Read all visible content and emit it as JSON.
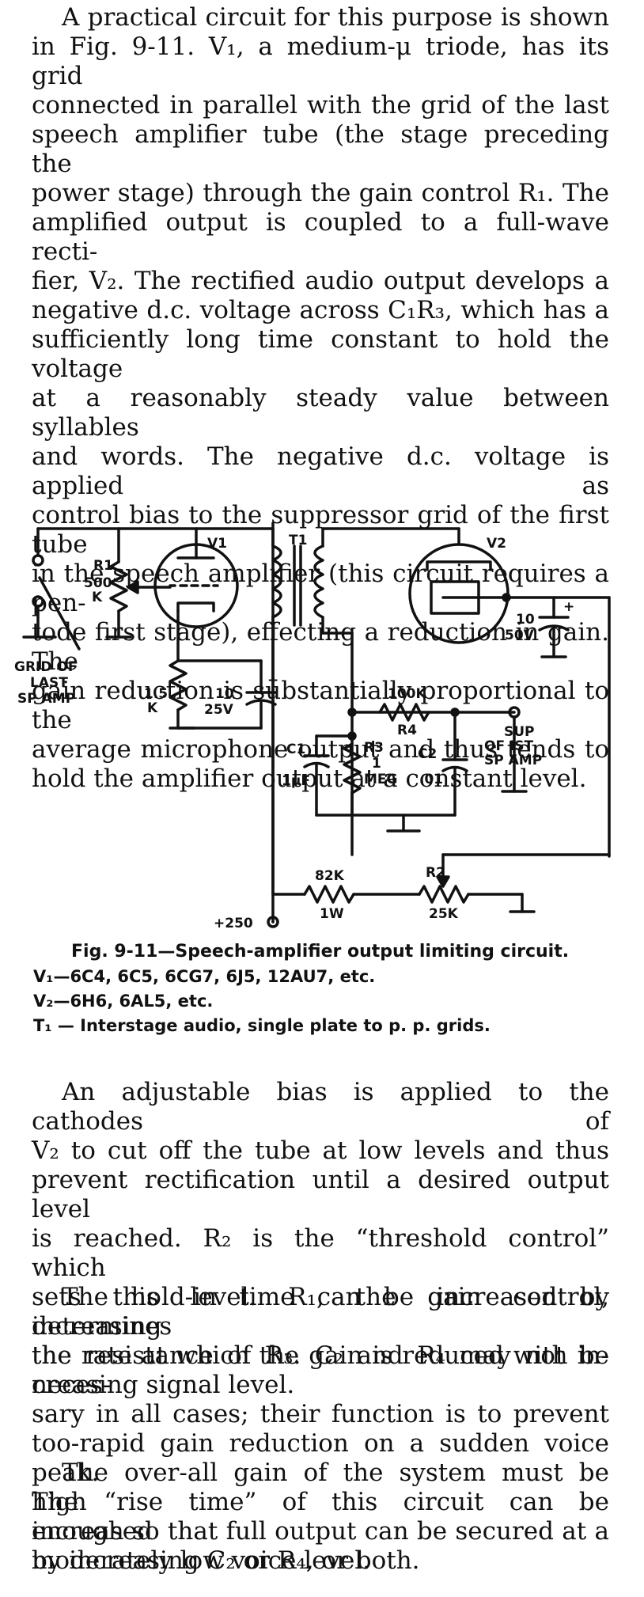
{
  "para1": [
    "A practical circuit for this purpose is shown",
    "in Fig. 9-11. V₁, a medium-μ triode, has its grid",
    "connected in parallel with the grid of the last",
    "speech amplifier tube (the stage preceding the",
    "power stage) through the gain control R₁. The",
    "amplified output is coupled to a full-wave recti-",
    "fier, V₂. The rectified audio output develops a",
    "negative d.c. voltage across C₁R₃, which has a",
    "sufficiently long time constant to hold the voltage",
    "at a reasonably steady value between syllables",
    "and words. The negative d.c. voltage is applied as",
    "control bias to the suppressor grid of the first tube",
    "in the speech amplifier (this circuit requires a pen-",
    "tode first stage), effecting a reduction in gain. The",
    "gain reduction is substantially proportional to the",
    "average microphone output and thus tends to",
    "hold the amplifier output at a constant level."
  ],
  "schematic": {
    "labels": {
      "v1": "V1",
      "v2": "V2",
      "t1": "T1",
      "r1": "R1",
      "r1_value_a": "500",
      "r1_value_b": "K",
      "grid_of": "GRID OF",
      "last": "LAST",
      "sp_amp": "SP AMP",
      "cathode_r_a": "1.5",
      "cathode_r_b": "K",
      "cathode_c_a": "10",
      "cathode_c_b": "25V",
      "c_out_a": "10",
      "c_out_b": "50V",
      "r4_value": "100K",
      "r4": "R4",
      "sup": "SUP",
      "of_ist": "OF IST",
      "sp_amp2": "SP AMP",
      "c1": "C1",
      "c1_value": "1μF",
      "r3": "R3",
      "r3_value_a": "1",
      "r3_value_b": "MEG",
      "c2": "C2",
      "c2_value": ".01",
      "r_82k": "82K",
      "r_1w": "1W",
      "r2": "R2",
      "r2_value": "25K",
      "b_plus": "+250",
      "plus": "+",
      "minus": "−"
    }
  },
  "caption": {
    "title": "Fig. 9-11—Speech-amplifier output limiting circuit.",
    "lines": [
      "V₁—6C4, 6C5, 6CG7, 6J5, 12AU7, etc.",
      "V₂—6H6, 6AL5, etc.",
      "T₁ — Interstage audio, single plate to p. p. grids."
    ]
  },
  "para2": [
    "An adjustable bias is applied to the cathodes of",
    "V₂ to cut off the tube at low levels and thus",
    "prevent rectification until a desired output level",
    "is reached. R₂ is the “threshold control” which",
    "sets this level. R₁, the gain control, determines",
    "the rate at which the gain is reduced with in-",
    "creasing signal level."
  ],
  "para3": [
    "The hold-in time can be increased by increasing",
    "the resistance of R₃. C₂ and R₄ may not be neces-",
    "sary in all cases; their function is to prevent",
    "too-rapid gain reduction on a sudden voice peak.",
    "The “rise time” of this circuit can be increased",
    "by increasing C₂ or R₄, or both."
  ],
  "para4": [
    "The over-all gain of the system must be high",
    "enough so that full output can be secured at a",
    "moderately low voice level."
  ]
}
